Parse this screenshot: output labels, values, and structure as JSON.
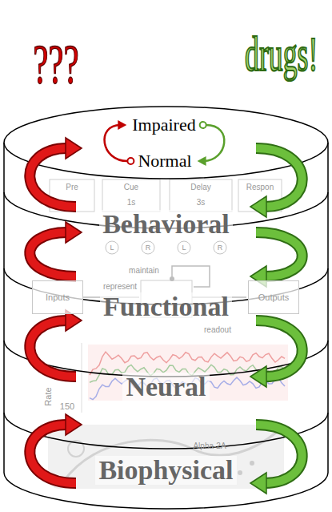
{
  "diagram": {
    "nodes": [
      {
        "text": [
          "Impaired"
        ]
      },
      {
        "text": [
          "Normal"
        ]
      },
      {
        "text": [
          "Behavioral"
        ]
      },
      {
        "text": [
          "Functional"
        ]
      },
      {
        "text": [
          "Neural"
        ]
      },
      {
        "text": [
          "Biophysical"
        ]
      },
      {
        "text": [
          "Inputs"
        ],
        "in": 3
      },
      {
        "text": [
          "Outputs"
        ],
        "in": 3
      }
    ],
    "edges": [
      {
        "from": 1,
        "to": 0,
        "arrow": "to"
      },
      {
        "from": 0,
        "to": 1,
        "arrow": "to"
      }
    ],
    "labels": [
      "???",
      "drugs!",
      "Pre",
      "Cue",
      "Delay",
      "Respon",
      "1s",
      "3s",
      "L",
      "R",
      "L",
      "R",
      "maintain",
      "represent",
      "readout",
      "Rate",
      "150",
      "Alpha-2A"
    ]
  }
}
